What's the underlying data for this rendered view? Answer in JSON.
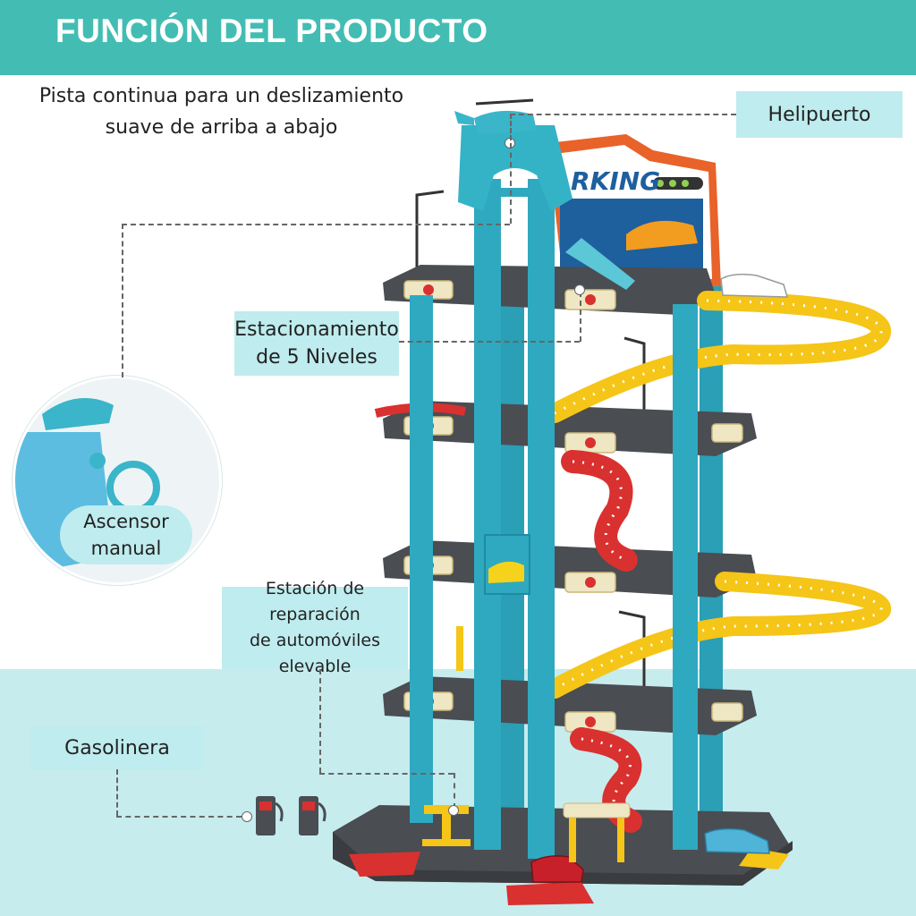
{
  "header": {
    "title": "FUNCIÓN DEL PRODUCTO"
  },
  "caption": {
    "line1": "Pista continua para un deslizamiento",
    "line2": "suave de arriba a abajo"
  },
  "labels": {
    "helipuerto": "Helipuerto",
    "estacionamiento_line1": "Estacionamiento",
    "estacionamiento_line2": "de 5 Niveles",
    "ascensor_line1": "Ascensor",
    "ascensor_line2": "manual",
    "reparacion_line1": "Estación de reparación",
    "reparacion_line2": "de automóviles",
    "reparacion_line3": "elevable",
    "gasolinera": "Gasolinera"
  },
  "sign": {
    "text": "RKING"
  },
  "colors": {
    "header": "#43bdb3",
    "label_bg": "#bfecee",
    "bottom_bg": "#c6ecee",
    "tower": "#2fa9bf",
    "floor": "#4a4d52",
    "yellow_track": "#f5c518",
    "red_track": "#d9312f"
  }
}
